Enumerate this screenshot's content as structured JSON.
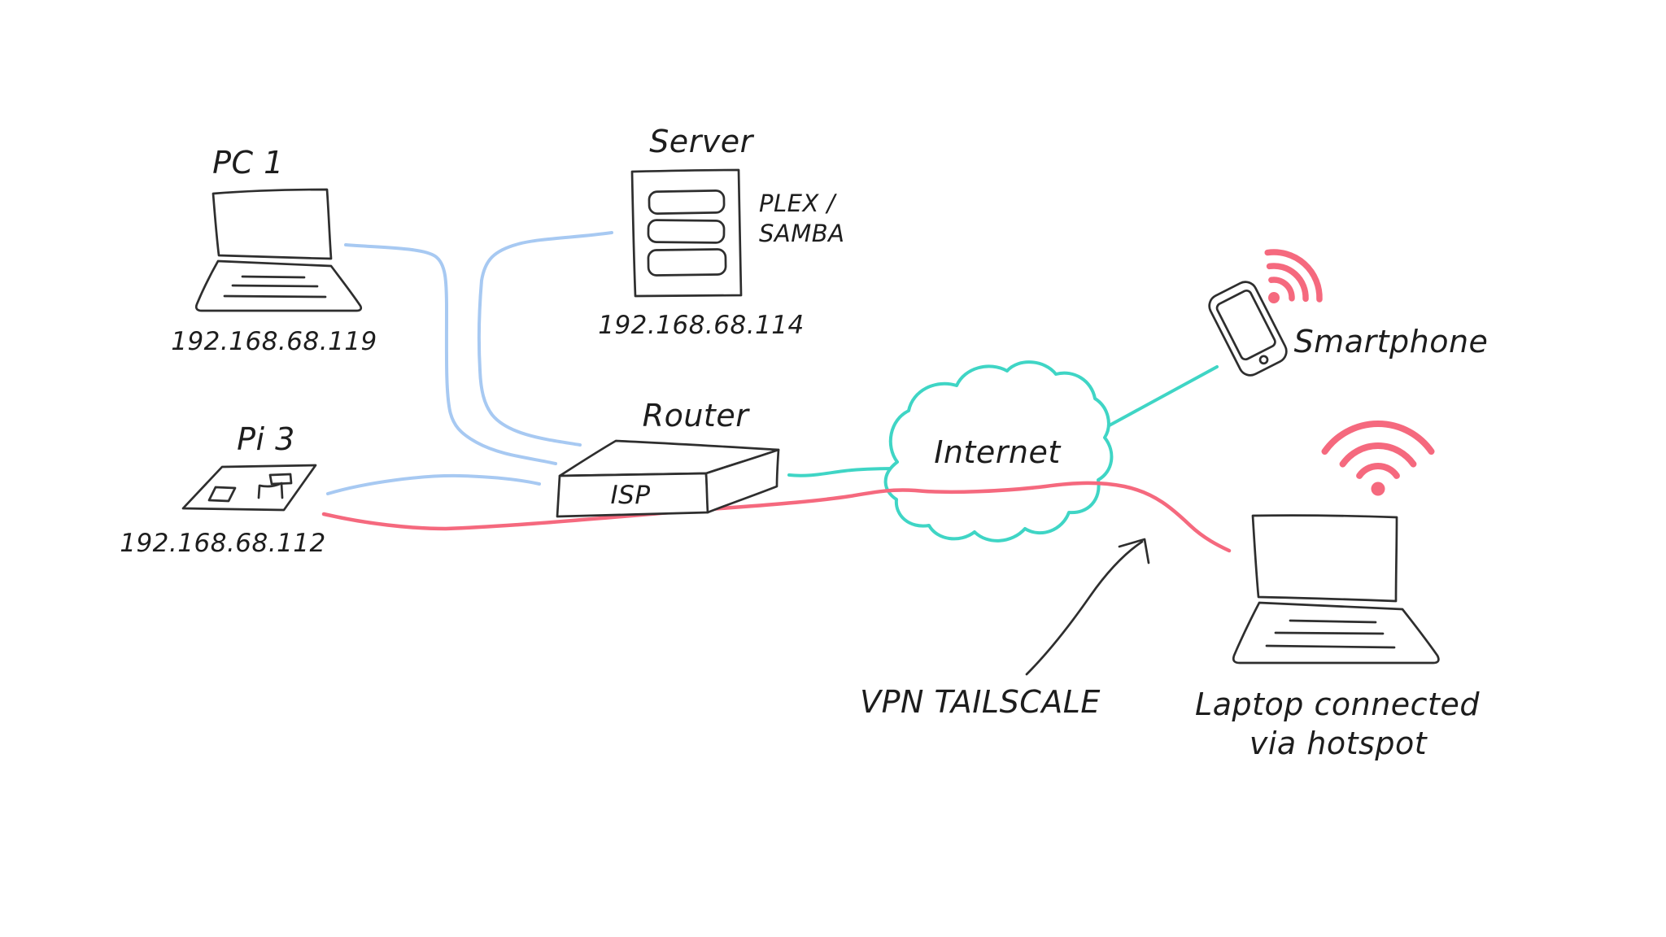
{
  "colors": {
    "background": "#ffffff",
    "ink": "#2e2e2e",
    "lan_line_blue": "#a7c9f2",
    "wan_line_teal": "#3fd5c5",
    "vpn_line_red": "#f5697e"
  },
  "nodes": {
    "pc1": {
      "label": "PC 1",
      "ip": "192.168.68.119"
    },
    "server": {
      "label": "Server",
      "services_line1": "PLEX /",
      "services_line2": "SAMBA",
      "ip": "192.168.68.114"
    },
    "pi3": {
      "label": "Pi 3",
      "ip": "192.168.68.112"
    },
    "router": {
      "label": "Router",
      "sublabel": "ISP"
    },
    "internet": {
      "label": "Internet"
    },
    "smartphone": {
      "label": "Smartphone"
    },
    "hotspot_laptop": {
      "label_line1": "Laptop connected",
      "label_line2": "via hotspot"
    }
  },
  "annotations": {
    "vpn_label": "VPN TAILSCALE"
  },
  "connections": [
    {
      "from": "PC 1",
      "to": "Router",
      "style": "lan-blue"
    },
    {
      "from": "Server",
      "to": "Router",
      "style": "lan-blue"
    },
    {
      "from": "Pi 3",
      "to": "Router",
      "style": "lan-blue"
    },
    {
      "from": "Router",
      "to": "Internet",
      "style": "wan-teal"
    },
    {
      "from": "Internet",
      "to": "Smartphone",
      "style": "wan-teal"
    },
    {
      "from": "Pi 3",
      "to": "Laptop connected via hotspot",
      "via": "Internet",
      "style": "vpn-red",
      "label": "VPN TAILSCALE"
    }
  ]
}
